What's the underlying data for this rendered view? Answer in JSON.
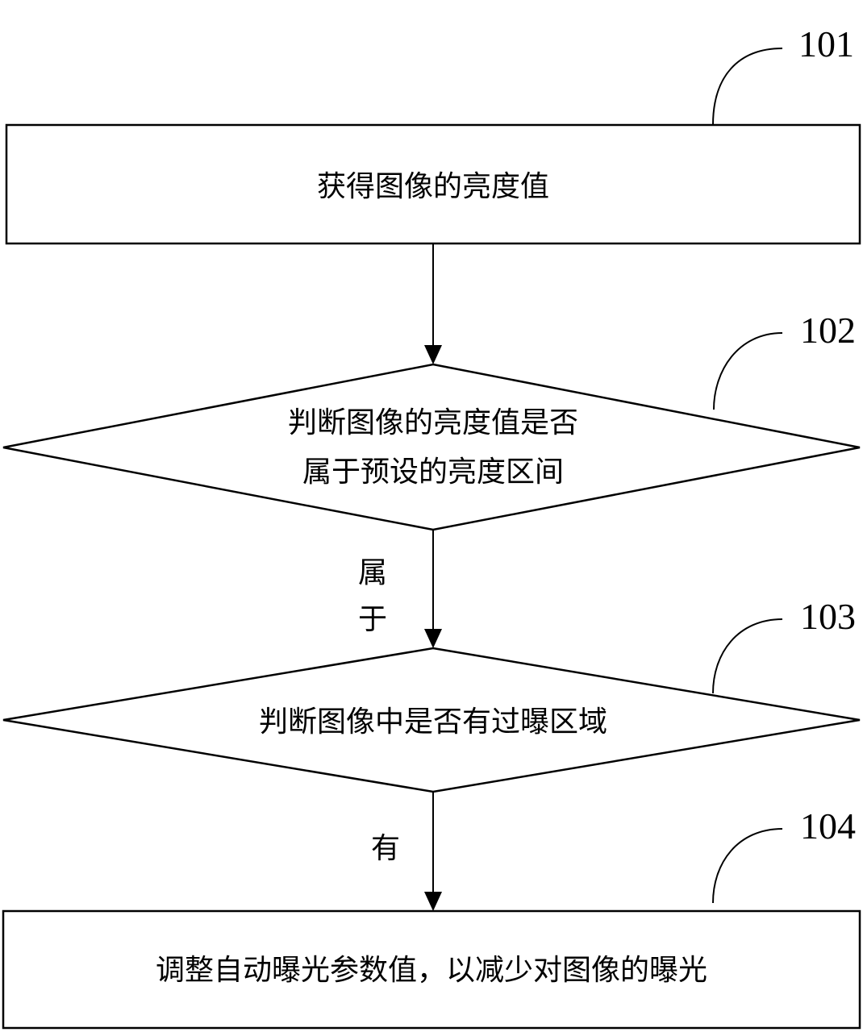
{
  "diagram": {
    "type": "flowchart",
    "nodes": [
      {
        "id": "101",
        "ref": "101",
        "shape": "rectangle",
        "lines": [
          "获得图像的亮度值"
        ]
      },
      {
        "id": "102",
        "ref": "102",
        "shape": "diamond",
        "lines": [
          "判断图像的亮度值是否",
          "属于预设的亮度区间"
        ]
      },
      {
        "id": "103",
        "ref": "103",
        "shape": "diamond",
        "lines": [
          "判断图像中是否有过曝区域"
        ]
      },
      {
        "id": "104",
        "ref": "104",
        "shape": "rectangle",
        "lines": [
          "调整自动曝光参数值，以减少对图像的曝光"
        ]
      }
    ],
    "edges": [
      {
        "from": "101",
        "to": "102",
        "label": ""
      },
      {
        "from": "102",
        "to": "103",
        "label_lines": [
          "属",
          "于"
        ]
      },
      {
        "from": "103",
        "to": "104",
        "label_lines": [
          "有"
        ]
      }
    ]
  }
}
